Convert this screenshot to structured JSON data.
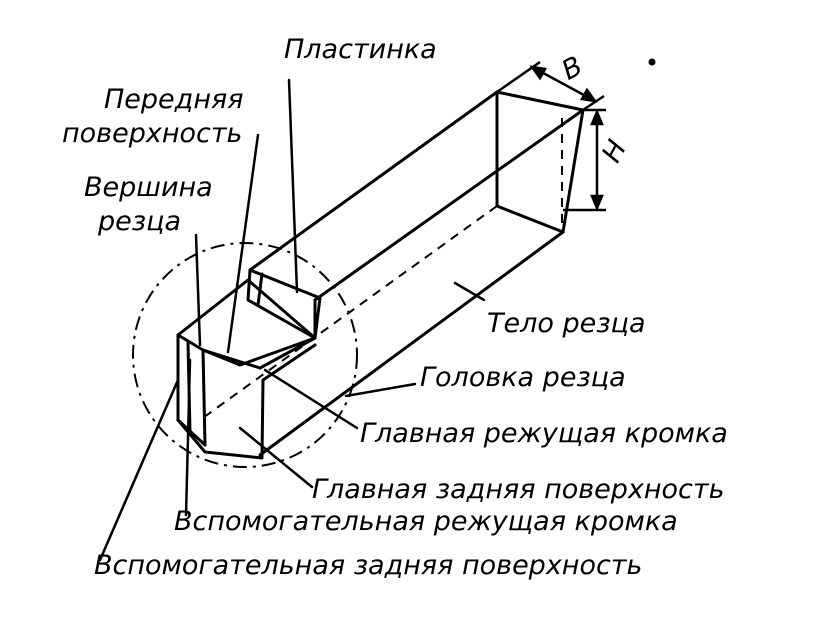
{
  "diagram": {
    "labels": {
      "plate": "Пластинка",
      "front_surface_line1": "Передняя",
      "front_surface_line2": "поверхность",
      "tip_line1": "Вершина",
      "tip_line2": "резца",
      "body": "Тело резца",
      "head": "Головка резца",
      "main_cutting_edge": "Главная режущая кромка",
      "main_flank": "Главная задняя поверхность",
      "aux_cutting_edge": "Вспомогательная режущая кромка",
      "aux_flank": "Вспомогательная задняя поверхность"
    },
    "dimensions": {
      "width": "В",
      "height": "Н"
    }
  }
}
